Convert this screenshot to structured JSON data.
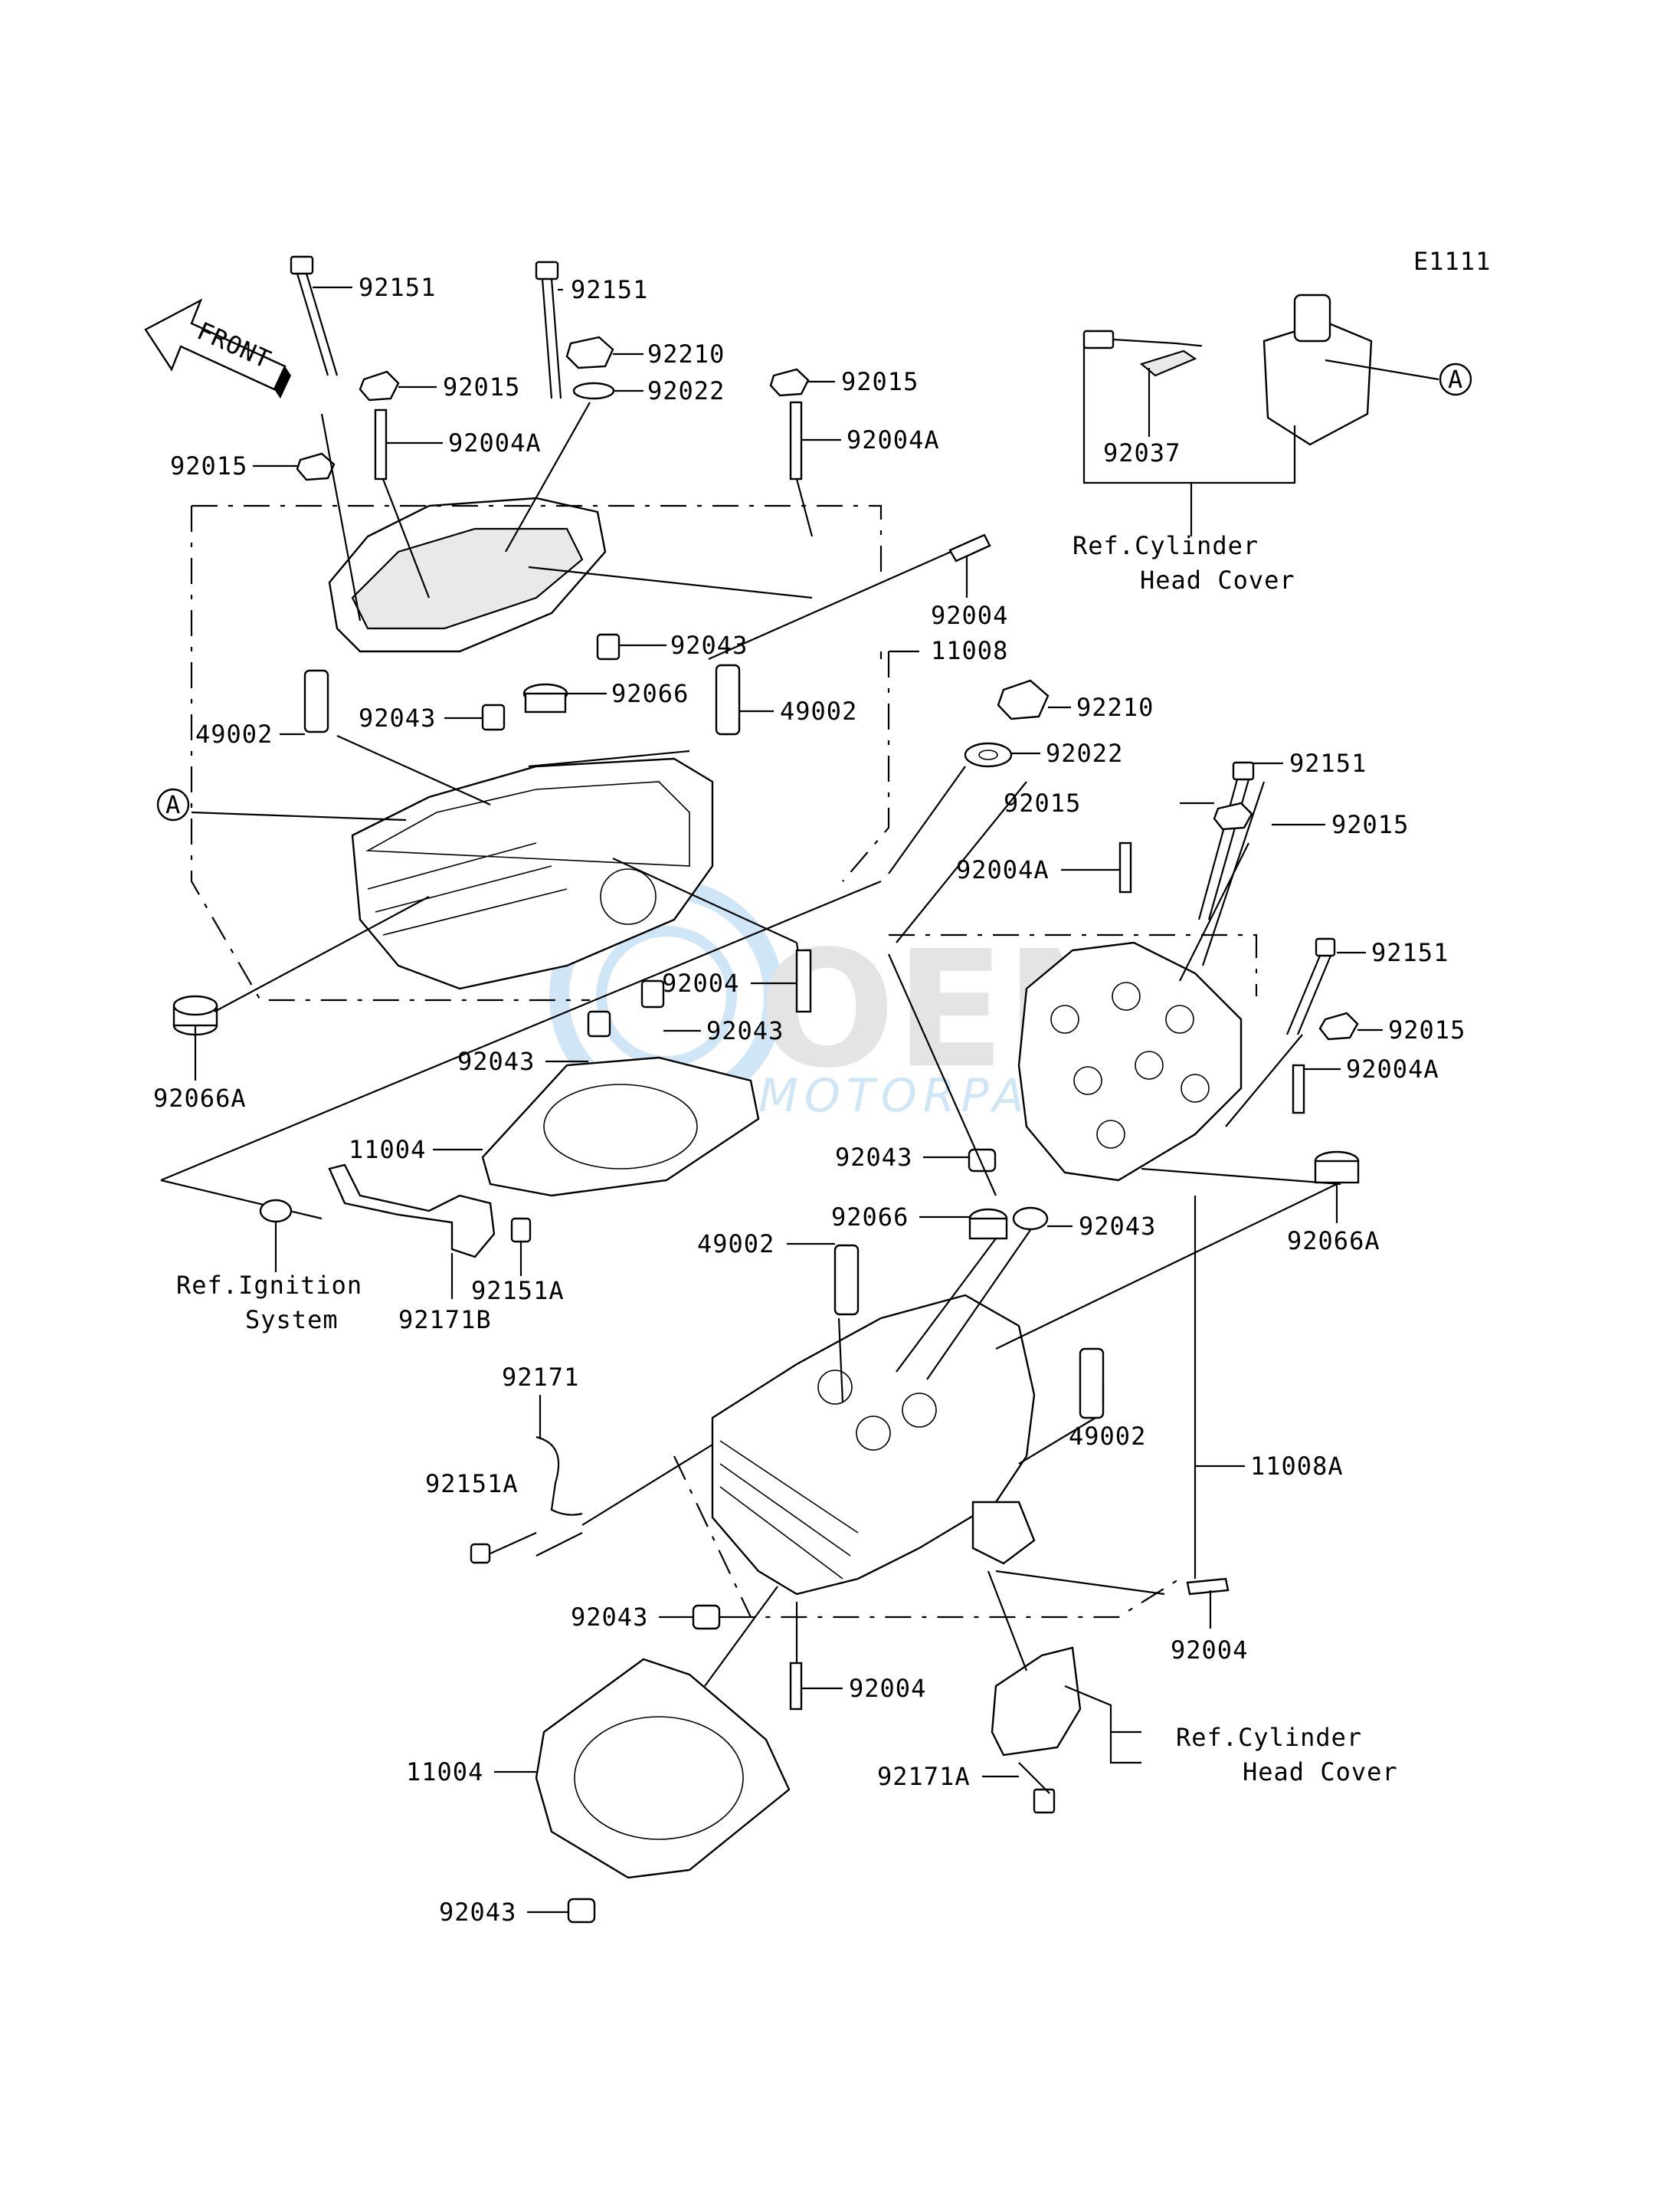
{
  "diagram_code": "E1111",
  "front_label": "FRONT",
  "callout_a": "A",
  "watermark": {
    "brand": "OEM",
    "subtext": "MOTORPARTS"
  },
  "refs": {
    "head_cover_top": [
      "Ref.Cylinder",
      "Head Cover"
    ],
    "ignition": [
      "Ref.Ignition",
      "System"
    ],
    "head_cover_bottom": [
      "Ref.Cylinder",
      "Head Cover"
    ]
  },
  "labels": {
    "l_92151_a": "92151",
    "l_92151_b": "92151",
    "l_92210_a": "92210",
    "l_92015_a": "92015",
    "l_92015_b": "92015",
    "l_92022_a": "92022",
    "l_92015_c": "92015",
    "l_92004a_a": "92004A",
    "l_92004a_b": "92004A",
    "l_92037": "92037",
    "l_92004_a": "92004",
    "l_11008": "11008",
    "l_92043_a": "92043",
    "l_92066_a": "92066",
    "l_49002_a": "49002",
    "l_92043_b": "92043",
    "l_49002_b": "49002",
    "l_92210_b": "92210",
    "l_92022_b": "92022",
    "l_92151_c": "92151",
    "l_92015_d": "92015",
    "l_92015_e": "92015",
    "l_92004a_c": "92004A",
    "l_92151_d": "92151",
    "l_92004_b": "92004",
    "l_92043_c": "92043",
    "l_92015_f": "92015",
    "l_92004a_d": "92004A",
    "l_92043_d": "92043",
    "l_92066a_a": "92066A",
    "l_11004_a": "11004",
    "l_92043_e": "92043",
    "l_92066_b": "92066",
    "l_92043_f": "92043",
    "l_49002_c": "49002",
    "l_92066a_b": "92066A",
    "l_92151a_a": "92151A",
    "l_92171b": "92171B",
    "l_92171": "92171",
    "l_49002_d": "49002",
    "l_11008a": "11008A",
    "l_92151a_b": "92151A",
    "l_92043_g": "92043",
    "l_92004_c": "92004",
    "l_92004_d": "92004",
    "l_11004_b": "11004",
    "l_92171a": "92171A",
    "l_92043_h": "92043"
  }
}
